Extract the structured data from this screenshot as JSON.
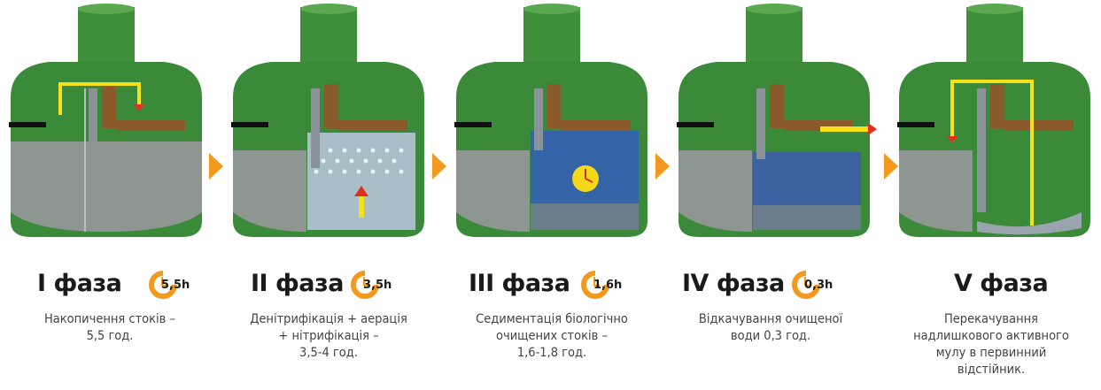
{
  "colors": {
    "tank_green": "#3a8a3a",
    "accent_orange": "#f39a1e",
    "pipe_yellow": "#f6e01a",
    "pipe_brown": "#8a5a2a"
  },
  "phases": [
    {
      "title": "I фаза",
      "time": "5,5h",
      "desc": [
        "Накопичення стоків –",
        "5,5 год."
      ]
    },
    {
      "title": "II фаза",
      "time": "3,5h",
      "desc": [
        "Денітрифікація + аерація",
        "+ нітрифікація –",
        "3,5-4 год."
      ]
    },
    {
      "title": "III фаза",
      "time": "1,6h",
      "desc": [
        "Седиментація біологічно",
        "очищених стоків –",
        "1,6-1,8 год."
      ]
    },
    {
      "title": "IV фаза",
      "time": "0,3h",
      "desc": [
        "Відкачування очищеної",
        "води 0,3 год."
      ]
    },
    {
      "title": "V фаза",
      "time": "",
      "desc": [
        "Перекачування",
        "надлишкового активного",
        "мулу в первинний",
        "відстійник."
      ]
    }
  ]
}
